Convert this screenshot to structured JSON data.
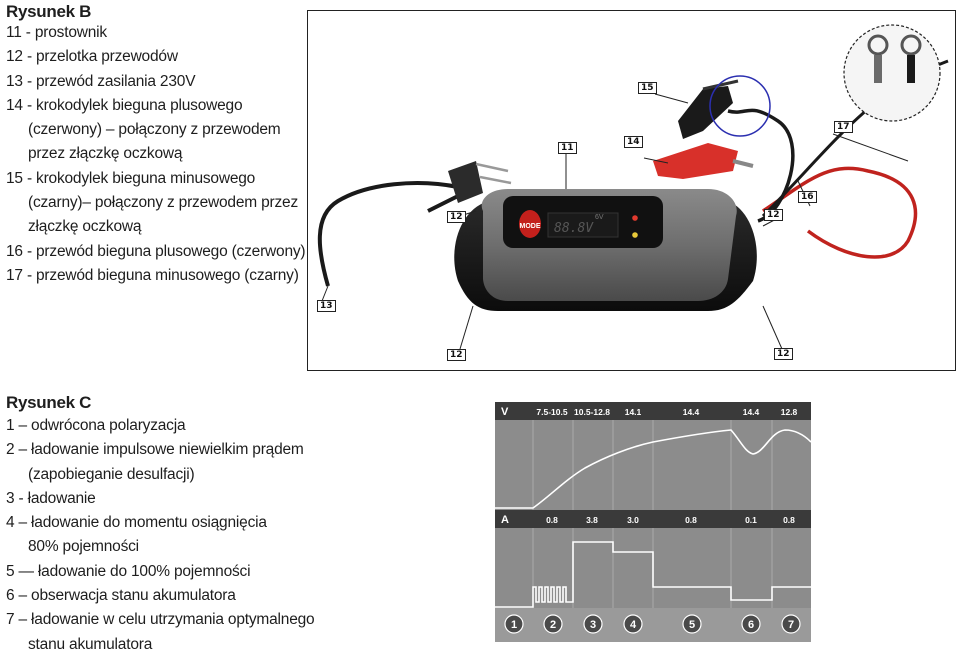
{
  "figure_b": {
    "title": "Rysunek B",
    "legend": [
      {
        "text": "11 - prostownik"
      },
      {
        "text": "12 - przelotka przewodów"
      },
      {
        "text": "13 - przewód zasilania 230V"
      },
      {
        "text": "14 - krokodylek bieguna plusowego"
      },
      {
        "text": "(czerwony) – połączony z przewodem",
        "indent": true
      },
      {
        "text": "przez złączkę oczkową",
        "indent": true
      },
      {
        "text": "15 - krokodylek bieguna minusowego"
      },
      {
        "text": "(czarny)– połączony z przewodem przez",
        "indent": true
      },
      {
        "text": "złączkę oczkową",
        "indent": true
      },
      {
        "text": "16 - przewód bieguna plusowego (czerwony)"
      },
      {
        "text": "17 - przewód bieguna minusowego (czarny)"
      }
    ],
    "callouts": {
      "c11": "11",
      "c12a": "12",
      "c12b": "12",
      "c12c": "12",
      "c12d": "12",
      "c13": "13",
      "c14": "14",
      "c15": "15",
      "c16": "16",
      "c17": "17"
    },
    "device": {
      "mode_label": "MODE",
      "display_text": "88.8V",
      "voltage_label": "6V"
    }
  },
  "figure_c": {
    "title": "Rysunek C",
    "legend": [
      {
        "text": "1 – odwrócona polaryzacja"
      },
      {
        "text": "2 – ładowanie impulsowe niewielkim prądem"
      },
      {
        "text": "(zapobieganie desulfacji)",
        "indent": true
      },
      {
        "text": "3 - ładowanie"
      },
      {
        "text": "4 – ładowanie do momentu osiągnięcia"
      },
      {
        "text": "80% pojemności",
        "indent": true
      },
      {
        "text": "5 — ładowanie do 100% pojemności"
      },
      {
        "text": "6 – obserwacja stanu akumulatora"
      },
      {
        "text": "7 – ładowanie w celu utrzymania optymalnego"
      },
      {
        "text": "stanu akumulatora",
        "indent": true
      }
    ]
  },
  "chart_data": {
    "type": "line",
    "series": [
      {
        "name": "V",
        "values": [
          "7.5-10.5",
          "10.5-12.8",
          "14.1",
          "14.4",
          "14.4",
          "12.8"
        ]
      },
      {
        "name": "A",
        "values": [
          "0.8",
          "3.8",
          "3.0",
          "0.8",
          "0.1",
          "0.8"
        ]
      }
    ],
    "stages": [
      "1",
      "2",
      "3",
      "4",
      "5",
      "6",
      "7"
    ],
    "colors": {
      "panel": "#8c8c8c",
      "header": "#3a3a3a",
      "line": "#ffffff"
    }
  }
}
